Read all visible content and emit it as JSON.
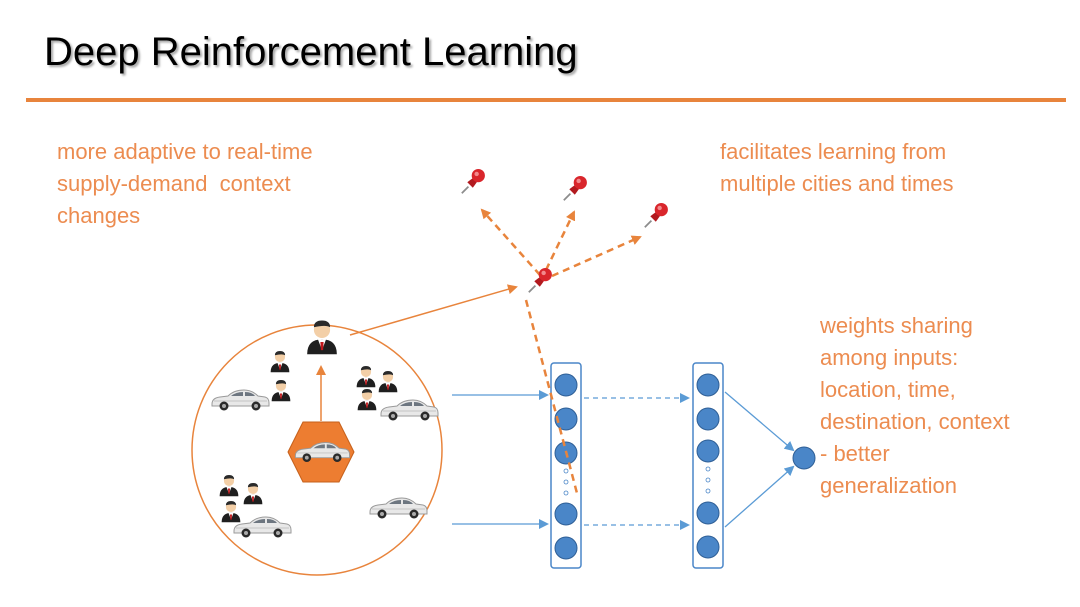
{
  "slide": {
    "title": "Deep Reinforcement Learning"
  },
  "notes": {
    "left": [
      "more adaptive to real-time",
      "supply-demand  context",
      "changes"
    ],
    "right": [
      "facilitates learning from",
      "multiple cities and times"
    ],
    "weights": [
      "weights sharing",
      "among inputs:",
      "location, time,",
      "destination, context",
      "- better",
      "generalization"
    ]
  },
  "colors": {
    "accent_orange": "#e8843c",
    "note_orange": "#ec8c50",
    "node_blue": "#4a86c8",
    "line_blue": "#5b9bd5",
    "hexagon_orange": "#ed7d31",
    "pin_red": "#d9262c"
  },
  "icons": {
    "driver": "person-icon",
    "car": "car-icon",
    "pin": "map-pin-icon"
  }
}
